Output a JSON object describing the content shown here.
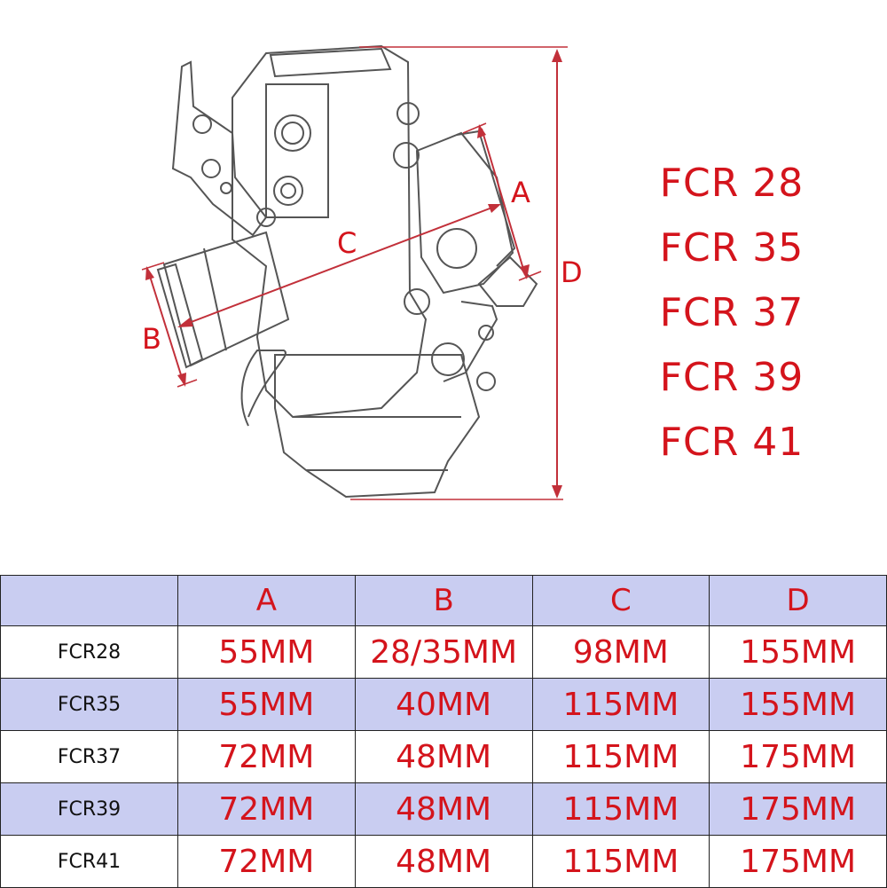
{
  "diagram": {
    "dimension_labels": {
      "a": "A",
      "b": "B",
      "c": "C",
      "d": "D"
    }
  },
  "models": [
    "FCR 28",
    "FCR 35",
    "FCR 37",
    "FCR 39",
    "FCR 41"
  ],
  "table": {
    "headers": [
      "",
      "A",
      "B",
      "C",
      "D"
    ],
    "rows": [
      {
        "model": "FCR28",
        "a": "55MM",
        "b": "28/35MM",
        "c": "98MM",
        "d": "155MM"
      },
      {
        "model": "FCR35",
        "a": "55MM",
        "b": "40MM",
        "c": "115MM",
        "d": "155MM"
      },
      {
        "model": "FCR37",
        "a": "72MM",
        "b": "48MM",
        "c": "115MM",
        "d": "175MM"
      },
      {
        "model": "FCR39",
        "a": "72MM",
        "b": "48MM",
        "c": "115MM",
        "d": "175MM"
      },
      {
        "model": "FCR41",
        "a": "72MM",
        "b": "48MM",
        "c": "115MM",
        "d": "175MM"
      }
    ]
  },
  "colors": {
    "accent": "#d4141c",
    "row_tint": "#c9cdf1",
    "line": "#222222"
  }
}
